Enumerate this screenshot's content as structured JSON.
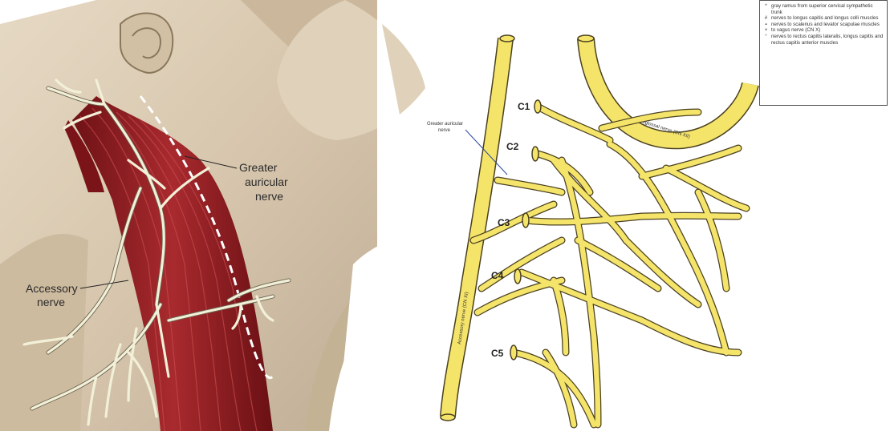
{
  "left_panel": {
    "labels": {
      "greater_auricular": [
        "Greater",
        "auricular",
        "nerve"
      ],
      "accessory": [
        "Accessory",
        "nerve"
      ]
    }
  },
  "right_panel": {
    "levels": [
      "C1",
      "C2",
      "C3",
      "C4",
      "C5"
    ],
    "greater_auricular_label": [
      "Greater auricular",
      "nerve"
    ],
    "hypoglossal_label": "Hypoglossal nerve (CN XII)",
    "accessory_label": "Accessory nerve (CN XI)",
    "legend": [
      {
        "mark": "*",
        "text": "gray ramus from superior cervical sympathetic trunk"
      },
      {
        "mark": "#",
        "text": "nerves to longus capitis and longus colli muscles"
      },
      {
        "mark": "▪",
        "text": "nerves to scalenus and levator scapulae muscles"
      },
      {
        "mark": "×",
        "text": "to vagus nerve (CN X)"
      },
      {
        "mark": "°",
        "text": "nerves to rectus capitis lateralis, longus capitis and rectus capitis anterior muscles"
      }
    ]
  },
  "colors": {
    "nerve_yellow": "#f5e46a",
    "nerve_outline": "#4a4020",
    "muscle": "#8c1e22",
    "skin": "#d9cab3",
    "nerve_white": "#f2f0d8"
  }
}
